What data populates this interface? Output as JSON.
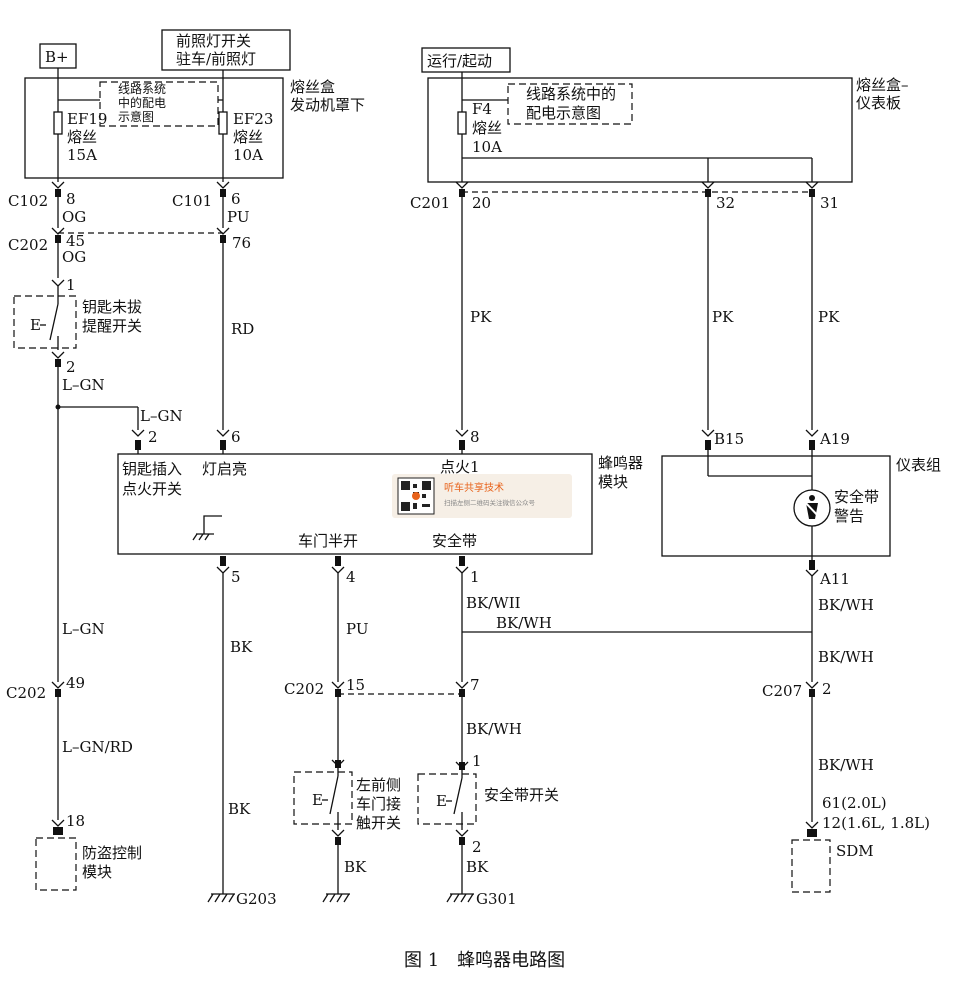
{
  "labels": {
    "b_plus": "B+",
    "headlight_switch_1": "前照灯开关",
    "headlight_switch_2": "驻车/前照灯",
    "run_start": "运行/起动",
    "fusebox_engine_1": "熔丝盒",
    "fusebox_engine_2": "发动机罩下",
    "fusebox_ip_1": "熔丝盒–",
    "fusebox_ip_2": "仪表板",
    "distrib_small_1": "线路系统",
    "distrib_small_2": "中的配电",
    "distrib_small_3": "示意图",
    "distrib_large_1": "线路系统中的",
    "distrib_large_2": "配电示意图",
    "ef19_name": "EF19",
    "ef19_type": "熔丝",
    "ef19_rating": "15A",
    "ef23_name": "EF23",
    "ef23_type": "熔丝",
    "ef23_rating": "10A",
    "f4_name": "F4",
    "f4_type": "熔丝",
    "f4_rating": "10A",
    "c102": "C102",
    "c101": "C101",
    "c201": "C201",
    "c202": "C202",
    "c207": "C207",
    "pin_8": "8",
    "pin_6": "6",
    "pin_20": "20",
    "pin_32": "32",
    "pin_31": "31",
    "pin_45": "45",
    "pin_76": "76",
    "pin_1": "1",
    "pin_2": "2",
    "pin_5": "5",
    "pin_4": "4",
    "pin_49": "49",
    "pin_15": "15",
    "pin_7": "7",
    "pin_18": "18",
    "pin_b15": "B15",
    "pin_a19": "A19",
    "pin_a11": "A11",
    "pin_sdm": "61(2.0L)",
    "pin_sdm2": "12(1.6L, 1.8L)",
    "og": "OG",
    "pu": "PU",
    "rd": "RD",
    "pk": "PK",
    "lgn": "L–GN",
    "lgnrd": "L–GN/RD",
    "bk": "BK",
    "bkwh": "BK/WH",
    "bkwh_alt": "BK/WII",
    "key_sw_1": "钥匙未拔",
    "key_sw_2": "提醒开关",
    "buzzer_1": "蜂鸣器",
    "buzzer_2": "模块",
    "key_insert_1": "钥匙插入",
    "key_insert_2": "点火开关",
    "lights_on": "灯启亮",
    "ignition": "点火1",
    "door_ajar": "车门半开",
    "seatbelt": "安全带",
    "cluster": "仪表组",
    "belt_warn_1": "安全带",
    "belt_warn_2": "警告",
    "door_sw_1": "左前侧",
    "door_sw_2": "车门接",
    "door_sw_3": "触开关",
    "belt_sw": "安全带开关",
    "theft_1": "防盗控制",
    "theft_2": "模块",
    "sdm": "SDM",
    "g203": "G203",
    "g301": "G301",
    "switch_e": "E",
    "watermark_title": "听车共享技术",
    "watermark_sub": "扫描左侧二维码关注微信公众号",
    "caption": "图 1　蜂鸣器电路图"
  },
  "icons": {
    "seatbelt_warning": "seatbelt-warning-icon",
    "ground": "ground-icon",
    "fuse": "fuse-icon",
    "qr": "qr-code-icon"
  },
  "colors": {
    "ink": "#111111",
    "watermark_accent": "#e8621a"
  }
}
